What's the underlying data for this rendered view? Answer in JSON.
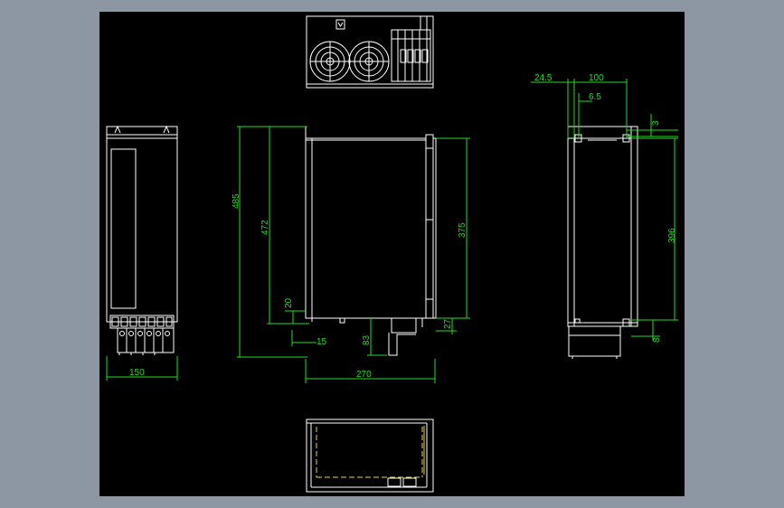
{
  "colors": {
    "background": "#8d96a3",
    "canvas": "#000000",
    "outline": "#ffffff",
    "dimension": "#22dd22",
    "hidden_line": "#e8d44a"
  },
  "dimensions": {
    "front_width": "150",
    "side_total_height": "485",
    "side_body_height": "472",
    "side_bottom_offset": "20",
    "side_foot_gap": "15",
    "side_terminal_depth": "83",
    "side_depth": "270",
    "side_right_height": "375",
    "side_right_bottom": "27",
    "rear_offset": "24.5",
    "rear_hole_spacing": "100",
    "rear_hole_offset": "6.5",
    "rear_top_offset": "3",
    "rear_hole_height": "396",
    "rear_bottom_offset": "8"
  }
}
